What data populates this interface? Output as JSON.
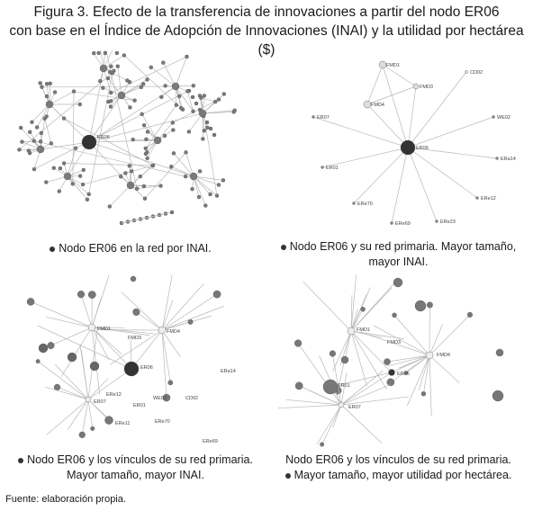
{
  "figure": {
    "title_line1": "Figura 3. Efecto de la transferencia de innovaciones a partir del nodo ER06",
    "title_line2": "con base en el Índice de Adopción de Innovaciones (INAI) y la utilidad por hectárea ($)",
    "source": "Fuente: elaboración propia."
  },
  "panels": [
    {
      "caption": "Nodo ER06 en la red por INAI.",
      "hub_label": "ER06"
    },
    {
      "caption_line1": "Nodo ER06 y su red primaria. Mayor tamaño,",
      "caption_line2": "mayor INAI.",
      "node_labels": [
        "FMD1",
        "FMD3",
        "CD02",
        "FMD4",
        "ER07",
        "ER06",
        "WE02",
        "ER01",
        "ERa14",
        "ERe70",
        "ERe12",
        "ERe69",
        "ERe23"
      ]
    },
    {
      "caption_line1": "Nodo ER06 y los vínculos de su red primaria.",
      "caption_line2": "Mayor tamaño, mayor INAI.",
      "node_labels": [
        "FMD1",
        "FMD3",
        "FMD4",
        "ER06",
        "ERa14",
        "ERe12",
        "WE02",
        "CD02",
        "ER07",
        "ER01",
        "ERe11",
        "ERe70",
        "ERe69"
      ]
    },
    {
      "caption_line1": "Nodo ER06 y los vínculos de su red primaria.",
      "caption_line2": "Mayor tamaño, mayor utilidad por hectárea.",
      "node_labels": [
        "FMD1",
        "FMD3",
        "FMD4",
        "ER06",
        "ER01",
        "ER07"
      ]
    }
  ]
}
